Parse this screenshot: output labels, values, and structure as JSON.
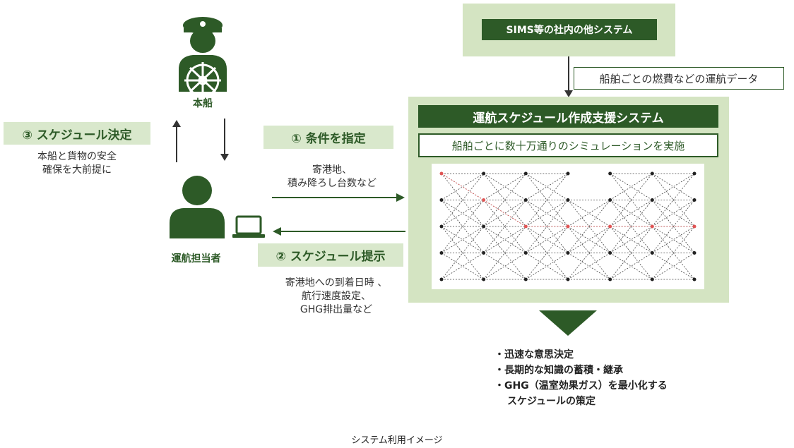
{
  "external_systems": {
    "label": "SIMS等の社内の他システム"
  },
  "fuel_data_label": "船舶ごとの燃費などの運航データ",
  "support_system": {
    "title": "運航スケジュール作成支援システム",
    "simulation_label": "船舶ごとに数十万通りのシミュレーションを実施"
  },
  "ship": {
    "label": "本船"
  },
  "operator": {
    "label": "運航担当者"
  },
  "step1": {
    "title": "① 条件を指定",
    "details": [
      "寄港地、",
      "積み降ろし台数など"
    ]
  },
  "step2": {
    "title": "② スケジュール提示",
    "details": [
      "寄港地への到着日時 、",
      "航行速度設定、",
      "GHG排出量など"
    ]
  },
  "step3": {
    "title": "③ スケジュール決定",
    "details": [
      "本船と貨物の安全",
      "確保を大前提に"
    ]
  },
  "results": [
    "迅速な意思決定",
    "長期的な知識の蓄積・継承",
    "GHG（温室効果ガス）を最小化する"
  ],
  "results_continuation": "スケジュールの策定",
  "caption": "システム利用イメージ",
  "colors": {
    "dark_green": "#2d5a27",
    "light_green": "#d4e4c2",
    "node_red": "#e05555"
  },
  "icons": [
    "captain-icon",
    "ship-wheel-icon",
    "operator-icon",
    "laptop-icon"
  ]
}
